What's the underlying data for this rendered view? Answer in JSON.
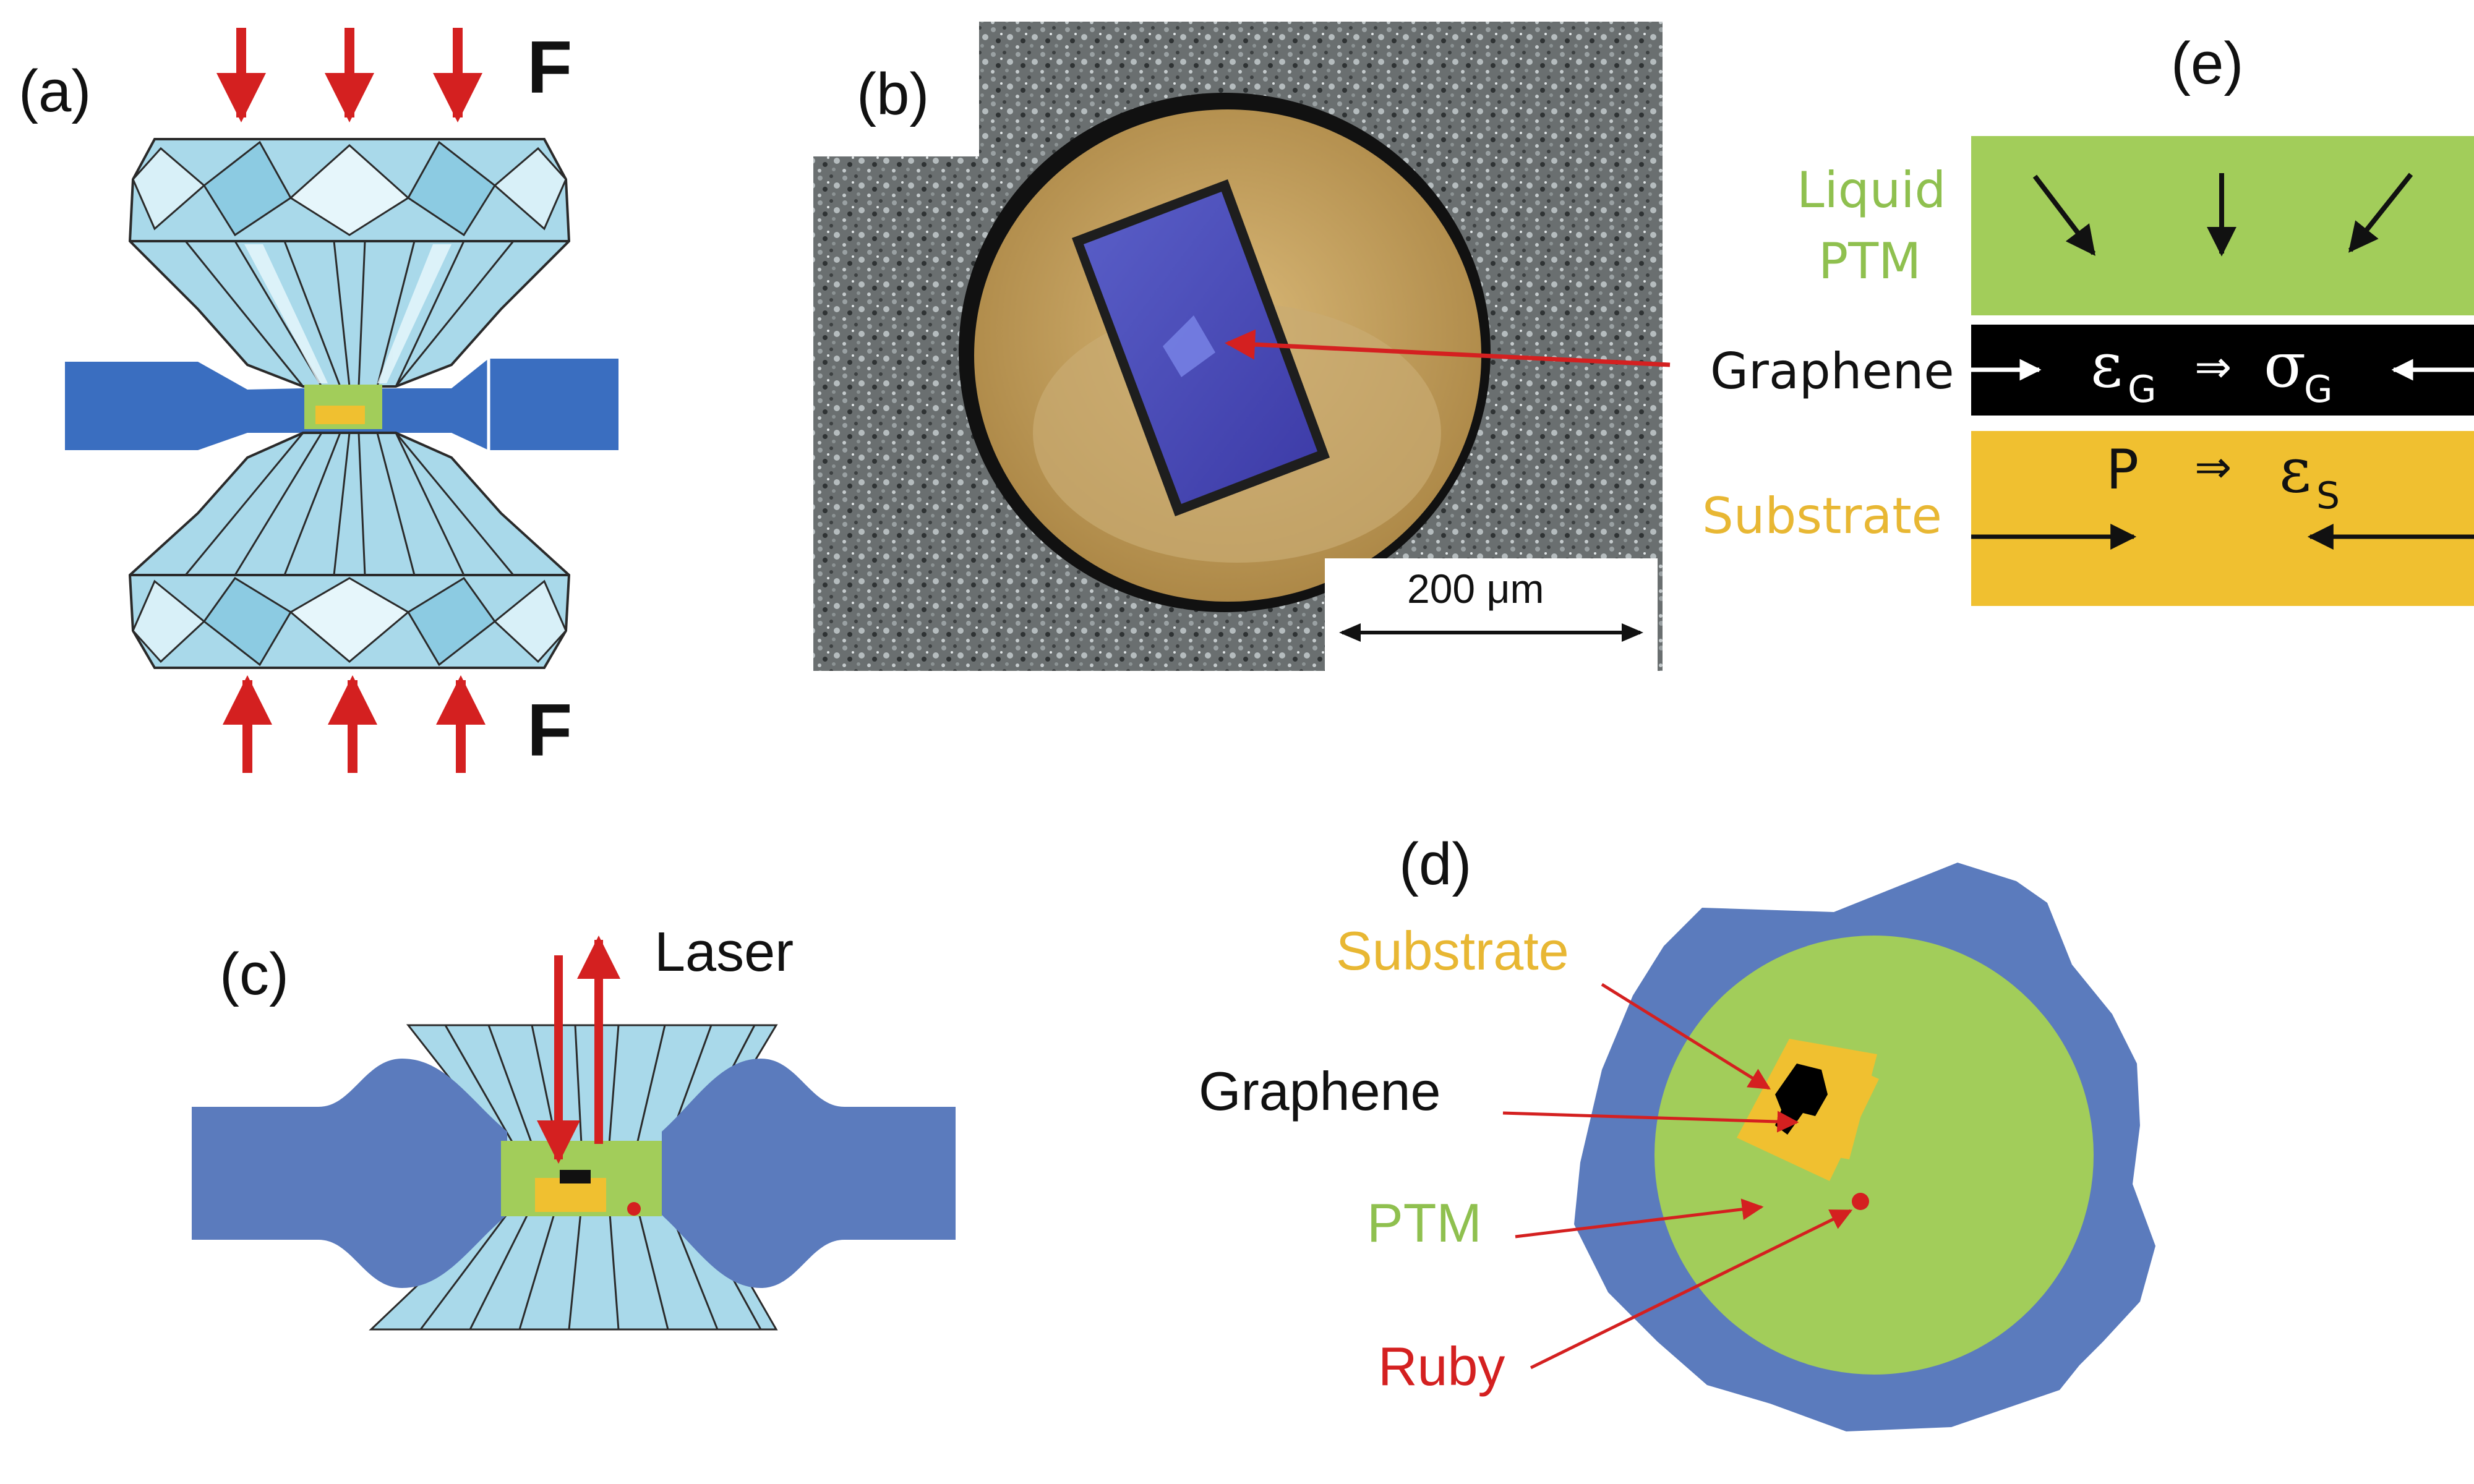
{
  "panels": {
    "a": {
      "label": "(a)",
      "force_top": "F",
      "force_bottom": "F"
    },
    "b": {
      "label": "(b)",
      "scale_bar": "200 μm"
    },
    "c": {
      "label": "(c)",
      "laser": "Laser"
    },
    "d": {
      "label": "(d)",
      "substrate": "Substrate",
      "graphene": "Graphene",
      "ptm": "PTM",
      "ruby": "Ruby"
    },
    "e": {
      "label": "(e)",
      "liquid_line1": "Liquid",
      "liquid_line2": "PTM",
      "graphene": "Graphene",
      "eps": "ε",
      "sub_g": "G",
      "implies": "⇒",
      "sigma": "σ",
      "p": "P",
      "sub_s": "S",
      "substrate": "Substrate"
    }
  },
  "colors": {
    "ptm_green": "#a2cd5a",
    "substrate_gold": "#f0c030",
    "gasket_blue": "#5b7bbd",
    "gasket_dark": "#3a6ec0",
    "diamond_light": "#a9d9ea",
    "arrow_red": "#d42020",
    "label_green": "#8fc04f",
    "label_gold": "#e8b733",
    "label_red": "#d42020"
  }
}
